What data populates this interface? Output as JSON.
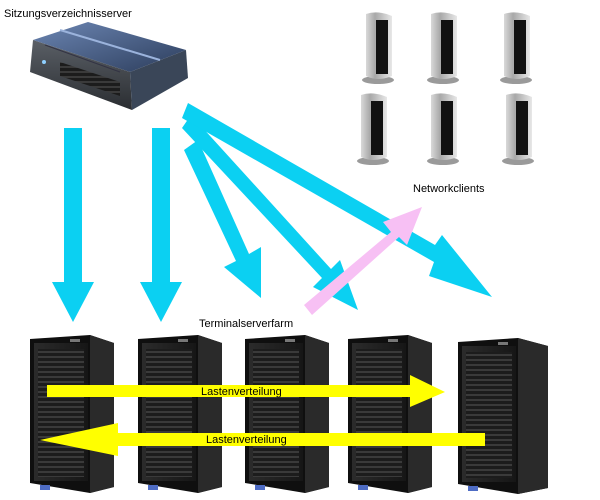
{
  "labels": {
    "session_directory_server": "Sitzungsverzeichnisserver",
    "network_clients": "Networkclients",
    "terminal_server_farm": "Terminalserverfarm",
    "load_balancing_right": "Lastenverteilung",
    "load_balancing_left": "Lastenverteilung"
  },
  "colors": {
    "session_arrows": "#0bd0f2",
    "client_arrow": "#f7c0f4",
    "load_balancing_arrows": "#ffff00",
    "server_body": "#1a1a1a"
  },
  "icons": {
    "rack_server": "rack-server-icon",
    "thin_client": "thin-client-icon",
    "tower_server": "tower-server-icon"
  }
}
